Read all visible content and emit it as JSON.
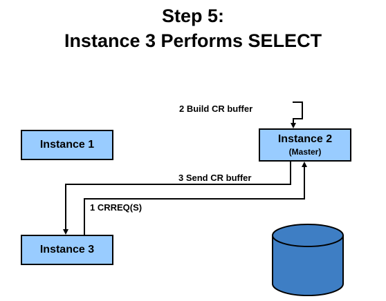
{
  "title": {
    "line1": "Step 5:",
    "line2": "Instance 3 Performs SELECT"
  },
  "nodes": {
    "instance1": {
      "label": "Instance 1"
    },
    "instance2": {
      "label": "Instance 2",
      "sublabel": "(Master)"
    },
    "instance3": {
      "label": "Instance 3"
    }
  },
  "edges": {
    "build": {
      "label": "2 Build CR buffer"
    },
    "send": {
      "label": "3 Send CR buffer"
    },
    "crreq": {
      "label": "1 CRREQ(S)"
    }
  },
  "colors": {
    "box_fill": "#99ccff",
    "disk_fill": "#3e7ec4",
    "line": "#000000"
  },
  "icons": {
    "disk": "database-cylinder-icon"
  }
}
